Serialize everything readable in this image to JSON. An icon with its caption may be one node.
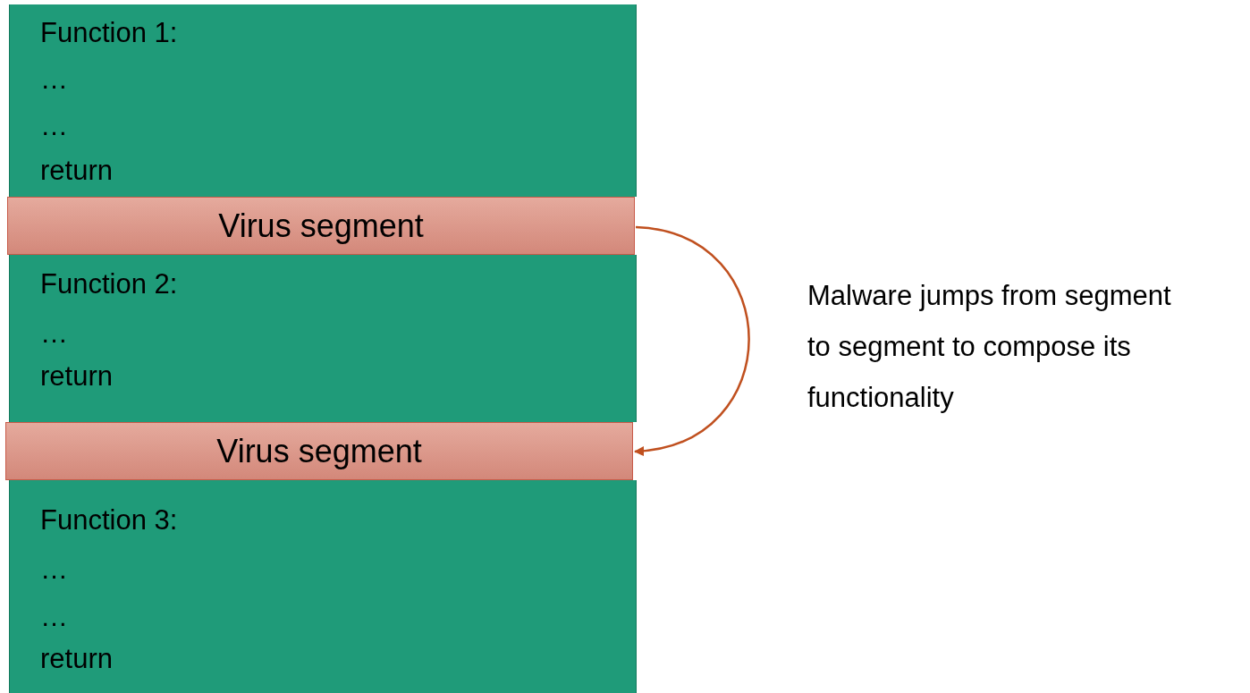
{
  "diagram": {
    "nodes": [
      {
        "text": [
          "Function 1:",
          "…",
          "…",
          "return"
        ]
      },
      {
        "text": [
          "Virus segment"
        ]
      },
      {
        "text": [
          "Function 2:",
          "…",
          "return"
        ]
      },
      {
        "text": [
          "Virus segment"
        ]
      },
      {
        "text": [
          "Function 3:",
          "…",
          "…",
          "return"
        ]
      }
    ],
    "edges": [
      {
        "from": 1,
        "to": 3,
        "arrow": "to"
      }
    ],
    "labels": [
      "Malware jumps from segment to segment to compose its functionality"
    ]
  }
}
